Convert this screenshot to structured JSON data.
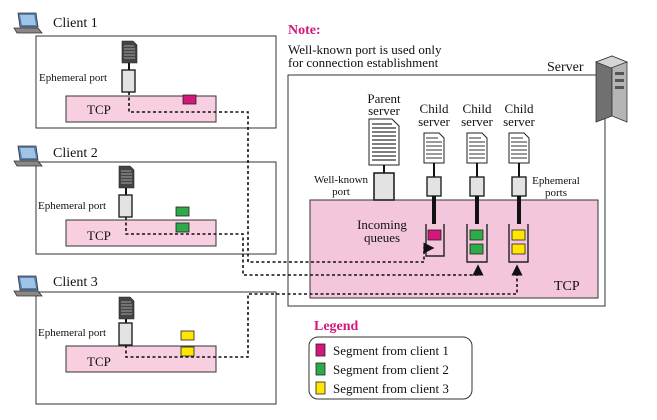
{
  "clients": [
    {
      "name": "Client 1",
      "port_label": "Ephemeral port",
      "tcp_label": "TCP"
    },
    {
      "name": "Client 2",
      "port_label": "Ephemeral port",
      "tcp_label": "TCP"
    },
    {
      "name": "Client 3",
      "port_label": "Ephemeral port",
      "tcp_label": "TCP"
    }
  ],
  "note": {
    "title": "Note:",
    "line1": "Well-known port is used only",
    "line2": "for connection establishment"
  },
  "server": {
    "label": "Server",
    "parent_line1": "Parent",
    "parent_line2": "server",
    "child_line1": "Child",
    "child_line2": "server",
    "wellknown_line1": "Well-known",
    "wellknown_line2": "port",
    "ephemeral_line1": "Ephemeral",
    "ephemeral_line2": "ports",
    "queues_line1": "Incoming",
    "queues_line2": "queues",
    "tcp_label": "TCP"
  },
  "legend": {
    "title": "Legend",
    "items": [
      {
        "label": "Segment from client 1",
        "color": "#d4177a"
      },
      {
        "label": "Segment from client 2",
        "color": "#2eaa4a"
      },
      {
        "label": "Segment from client 3",
        "color": "#ffe600"
      }
    ]
  },
  "colors": {
    "tcp_fill": "#f7cfe0",
    "server_tcp_fill": "#f4c6dc",
    "port_fill": "#e3e3e3",
    "accent": "#d4177a"
  }
}
